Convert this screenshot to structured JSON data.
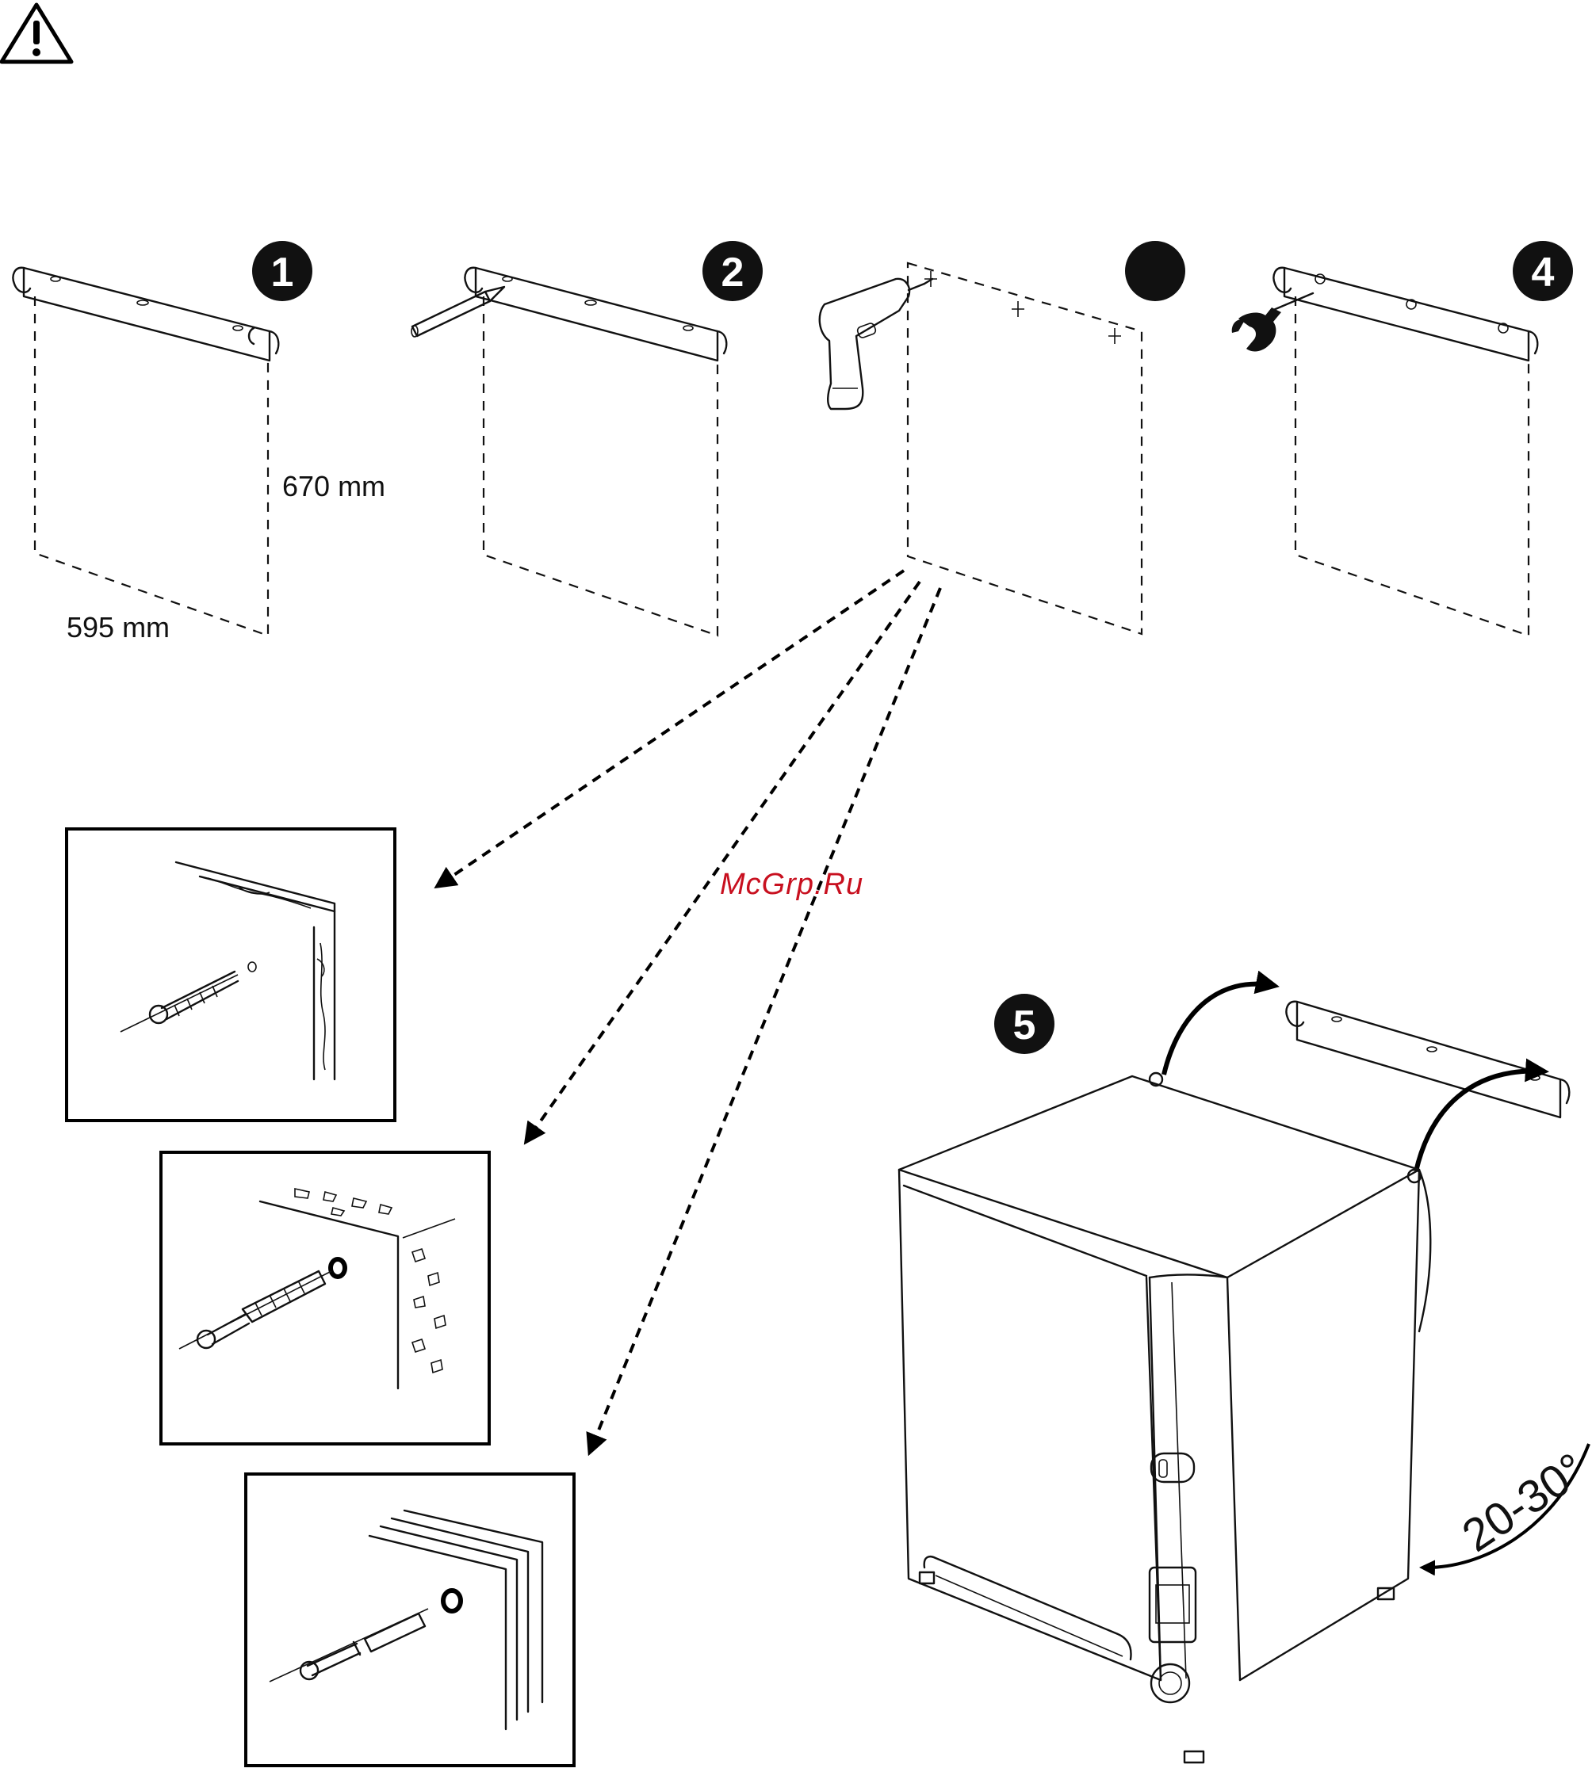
{
  "header": {
    "warning_icon": "warning-triangle-icon"
  },
  "steps": [
    {
      "number": "1",
      "icon": "wall-bracket-icon"
    },
    {
      "number": "2",
      "icon": "pencil-mark-icon"
    },
    {
      "number": "",
      "icon": "drill-icon"
    },
    {
      "number": "4",
      "icon": "screwdriver-icon"
    },
    {
      "number": "5",
      "icon": "hang-dryer-icon"
    }
  ],
  "dimensions": {
    "height": "670 mm",
    "width": "595 mm"
  },
  "wall_types": [
    {
      "icon": "wood-wall-screw-icon"
    },
    {
      "icon": "stone-wall-anchor-icon"
    },
    {
      "icon": "plaster-wall-anchor-icon"
    }
  ],
  "tilt_angle": "20-30°",
  "watermark": "McGrp.Ru"
}
